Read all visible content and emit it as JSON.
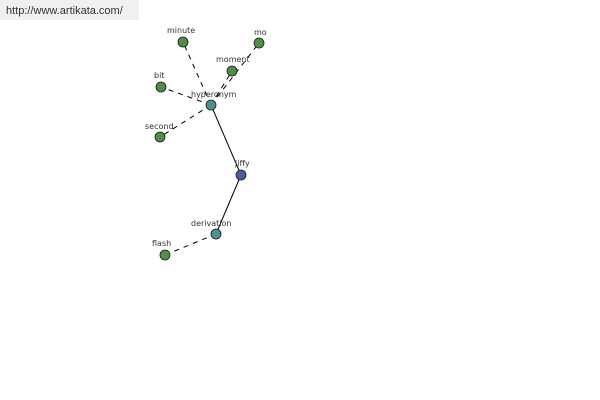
{
  "source_link": {
    "text": "http://www.artikata.com/"
  },
  "graph": {
    "nodes": [
      {
        "id": "jiffy",
        "label": "jiffy",
        "kind": "root",
        "color": "#4a5d9b"
      },
      {
        "id": "hyperonym",
        "label": "hyperonym",
        "kind": "relation",
        "color": "#4e918f"
      },
      {
        "id": "derivation",
        "label": "derivation",
        "kind": "relation",
        "color": "#4e918f"
      },
      {
        "id": "minute",
        "label": "minute",
        "kind": "word",
        "color": "#4f8f44"
      },
      {
        "id": "mo",
        "label": "mo",
        "kind": "word",
        "color": "#4f8f44"
      },
      {
        "id": "moment",
        "label": "moment",
        "kind": "word",
        "color": "#4f8f44"
      },
      {
        "id": "bit",
        "label": "bit",
        "kind": "word",
        "color": "#4f8f44"
      },
      {
        "id": "second",
        "label": "second",
        "kind": "word",
        "color": "#4f8f44"
      },
      {
        "id": "flash",
        "label": "flash",
        "kind": "word",
        "color": "#4f8f44"
      }
    ],
    "edges": [
      {
        "from": "jiffy",
        "to": "hyperonym",
        "style": "solid"
      },
      {
        "from": "jiffy",
        "to": "derivation",
        "style": "solid"
      },
      {
        "from": "hyperonym",
        "to": "minute",
        "style": "dashed"
      },
      {
        "from": "hyperonym",
        "to": "mo",
        "style": "dashed"
      },
      {
        "from": "hyperonym",
        "to": "moment",
        "style": "dashed"
      },
      {
        "from": "hyperonym",
        "to": "bit",
        "style": "dashed"
      },
      {
        "from": "hyperonym",
        "to": "second",
        "style": "dashed"
      },
      {
        "from": "derivation",
        "to": "flash",
        "style": "dashed"
      }
    ]
  }
}
